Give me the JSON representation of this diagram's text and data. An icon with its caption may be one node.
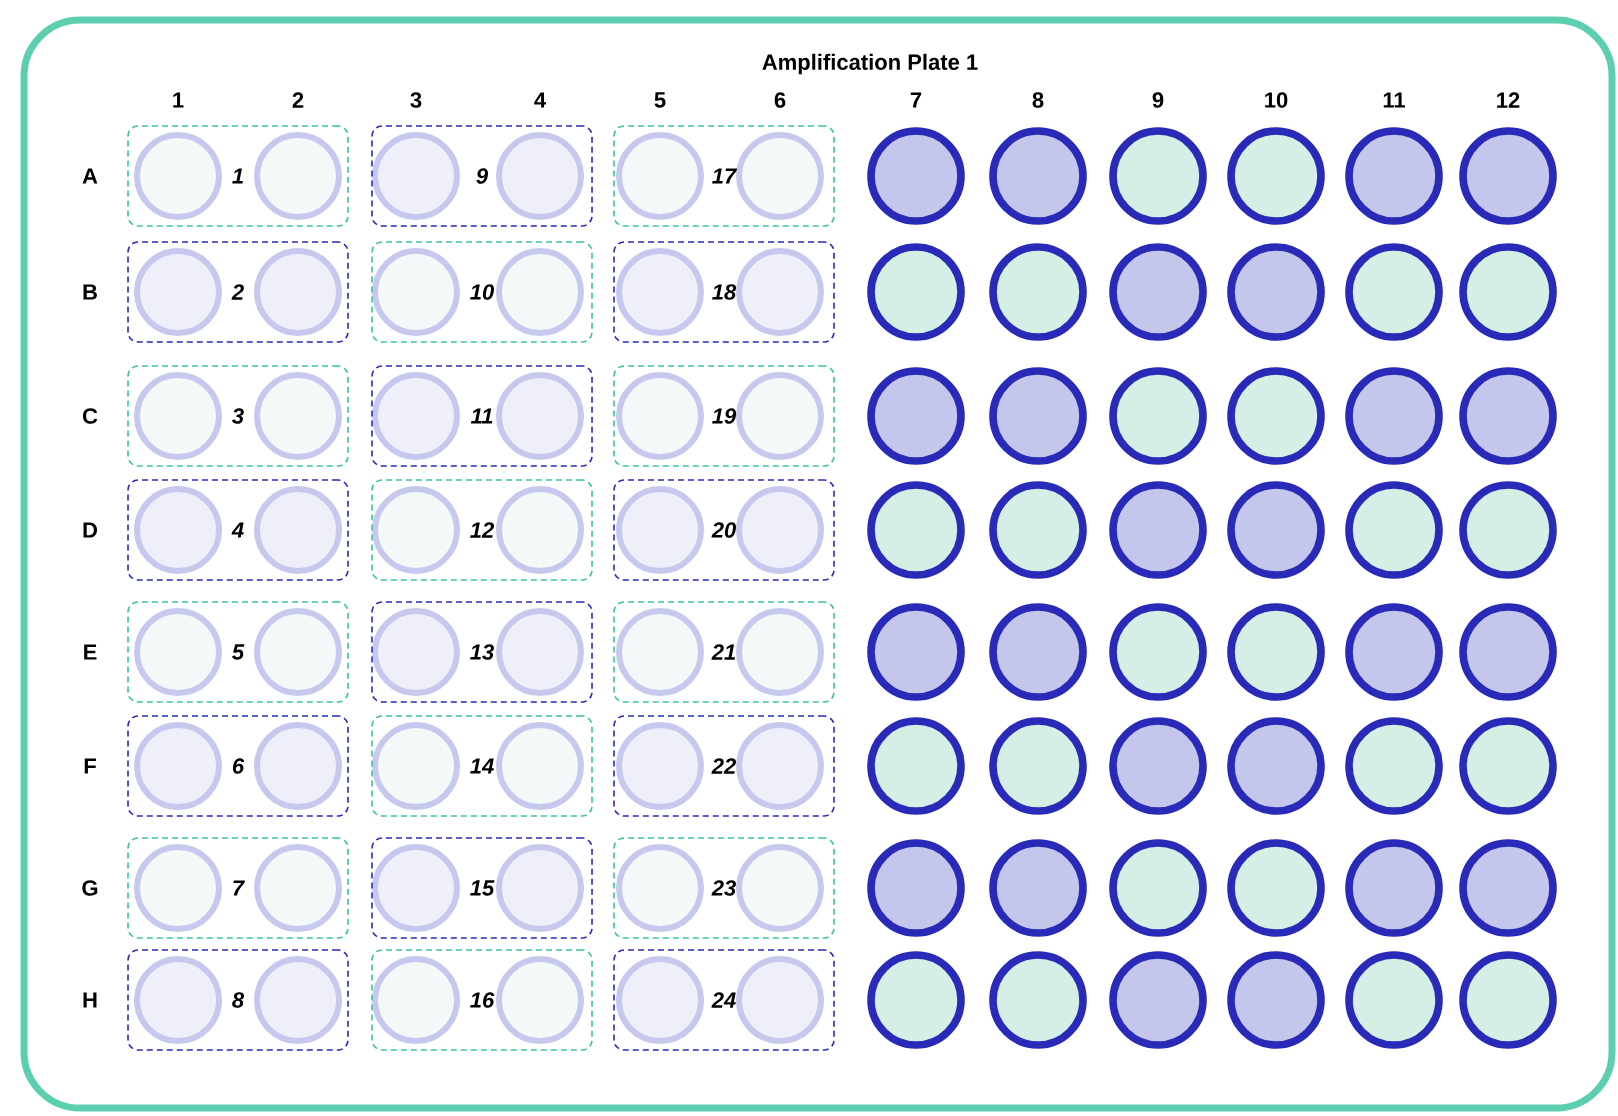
{
  "diagram": {
    "title": "Amplification Plate 1",
    "nodes": [
      {
        "text": [
          "1"
        ]
      },
      {
        "text": [
          "9"
        ]
      },
      {
        "text": [
          "17"
        ]
      },
      {
        "text": [
          "2"
        ]
      },
      {
        "text": [
          "10"
        ]
      },
      {
        "text": [
          "18"
        ]
      },
      {
        "text": [
          "3"
        ]
      },
      {
        "text": [
          "11"
        ]
      },
      {
        "text": [
          "19"
        ]
      },
      {
        "text": [
          "4"
        ]
      },
      {
        "text": [
          "12"
        ]
      },
      {
        "text": [
          "20"
        ]
      },
      {
        "text": [
          "5"
        ]
      },
      {
        "text": [
          "13"
        ]
      },
      {
        "text": [
          "21"
        ]
      },
      {
        "text": [
          "6"
        ]
      },
      {
        "text": [
          "14"
        ]
      },
      {
        "text": [
          "22"
        ]
      },
      {
        "text": [
          "7"
        ]
      },
      {
        "text": [
          "15"
        ]
      },
      {
        "text": [
          "23"
        ]
      },
      {
        "text": [
          "8"
        ]
      },
      {
        "text": [
          "16"
        ]
      },
      {
        "text": [
          "24"
        ]
      }
    ],
    "labels": [
      "1",
      "2",
      "3",
      "4",
      "5",
      "6",
      "7",
      "8",
      "9",
      "10",
      "11",
      "12",
      "A",
      "B",
      "C",
      "D",
      "E",
      "F",
      "G",
      "H"
    ]
  }
}
